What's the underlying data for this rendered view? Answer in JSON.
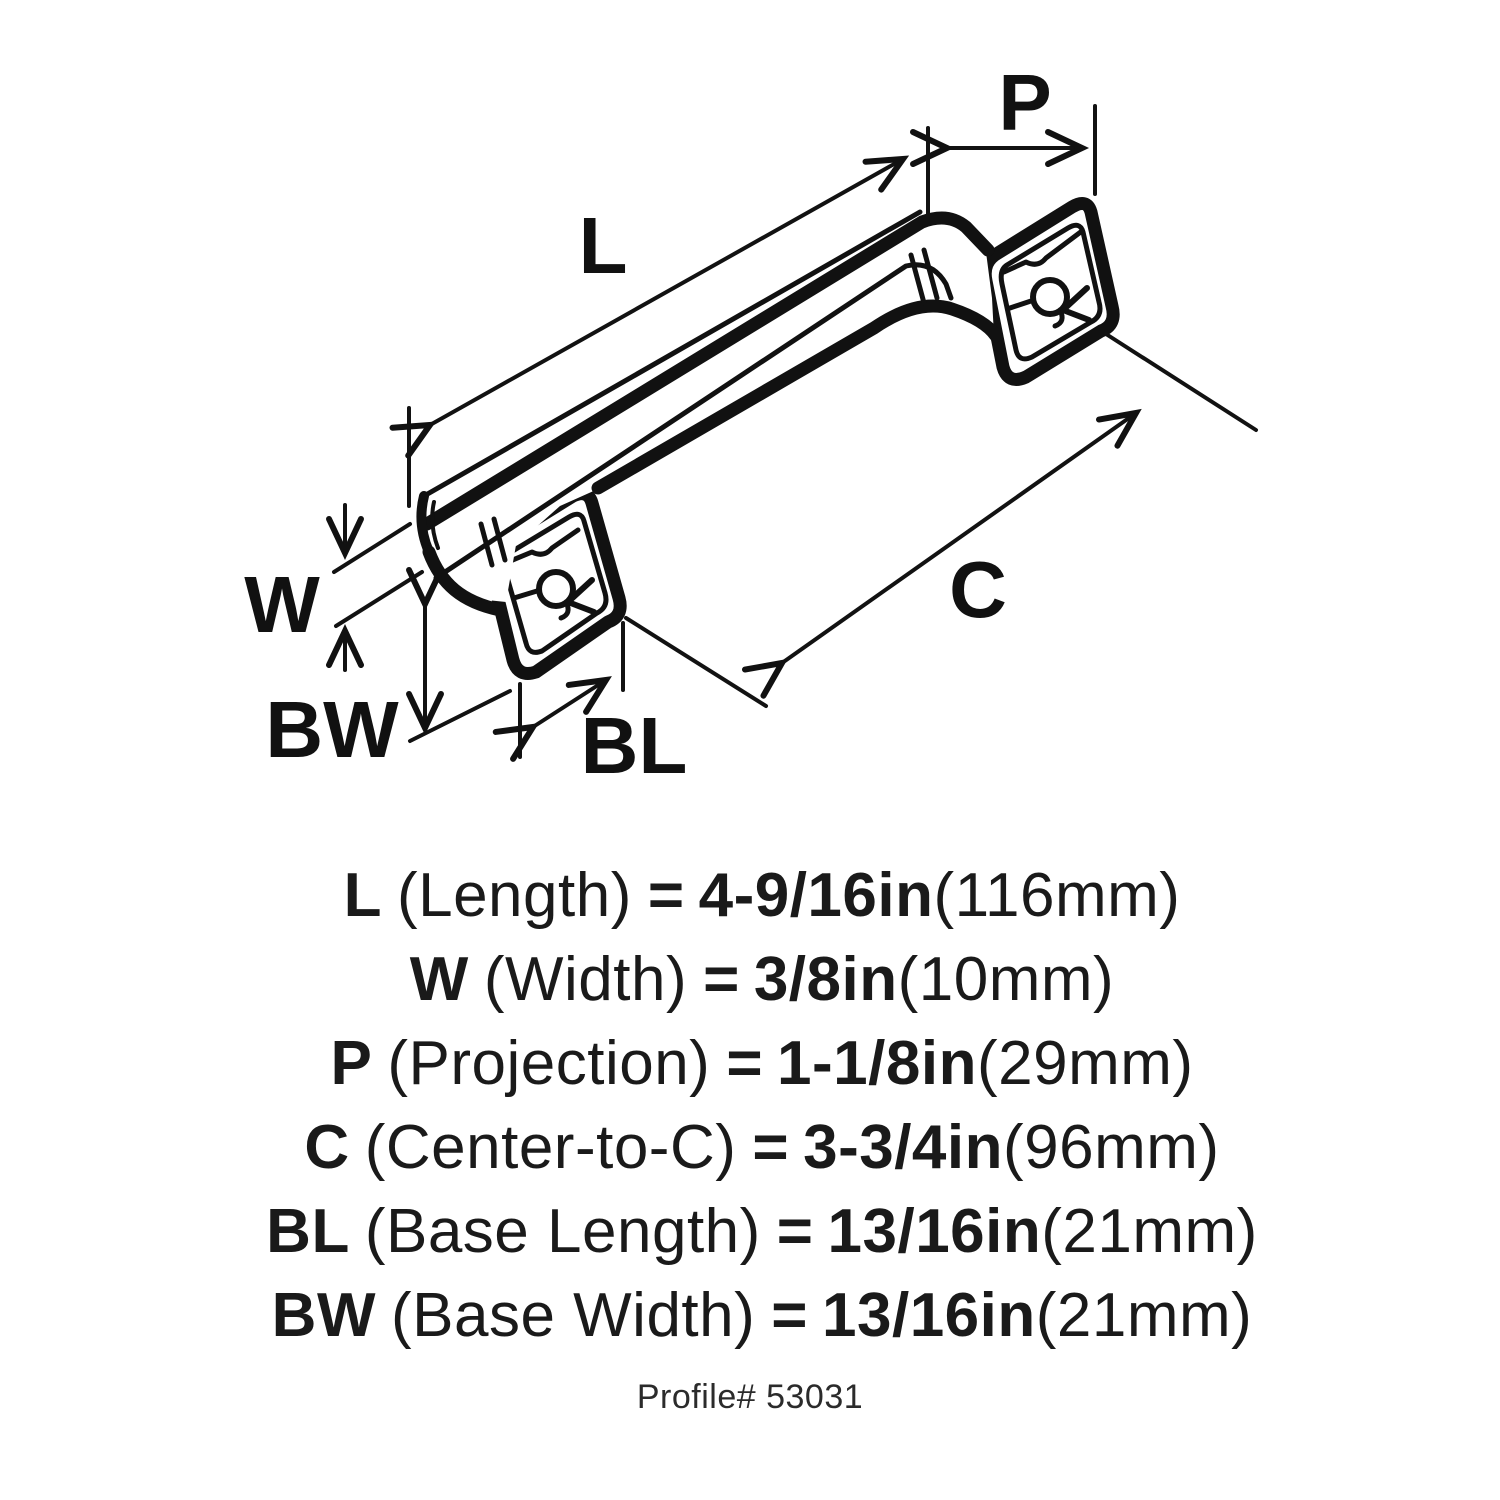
{
  "diagram": {
    "type": "product-dimension-diagram",
    "subject": "cabinet pull handle",
    "ink_color": "#111111",
    "background_color": "#ffffff",
    "labels": {
      "l": "L",
      "w": "W",
      "p": "P",
      "c": "C",
      "bl": "BL",
      "bw": "BW"
    }
  },
  "specs": [
    {
      "code": "L",
      "label": "(Length)",
      "eq": "=",
      "inch": "4-9/16in",
      "mm": "(116mm)"
    },
    {
      "code": "W",
      "label": "(Width)",
      "eq": "=",
      "inch": "3/8in",
      "mm": "(10mm)"
    },
    {
      "code": "P",
      "label": "(Projection)",
      "eq": "=",
      "inch": "1-1/8in",
      "mm": "(29mm)"
    },
    {
      "code": "C",
      "label": "(Center-to-C)",
      "eq": "=",
      "inch": "3-3/4in",
      "mm": "(96mm)"
    },
    {
      "code": "BL",
      "label": "(Base Length)",
      "eq": "=",
      "inch": "13/16in",
      "mm": "(21mm)"
    },
    {
      "code": "BW",
      "label": "(Base Width)",
      "eq": "=",
      "inch": "13/16in",
      "mm": "(21mm)"
    }
  ],
  "footer": {
    "profile_label": "Profile# 53031"
  }
}
